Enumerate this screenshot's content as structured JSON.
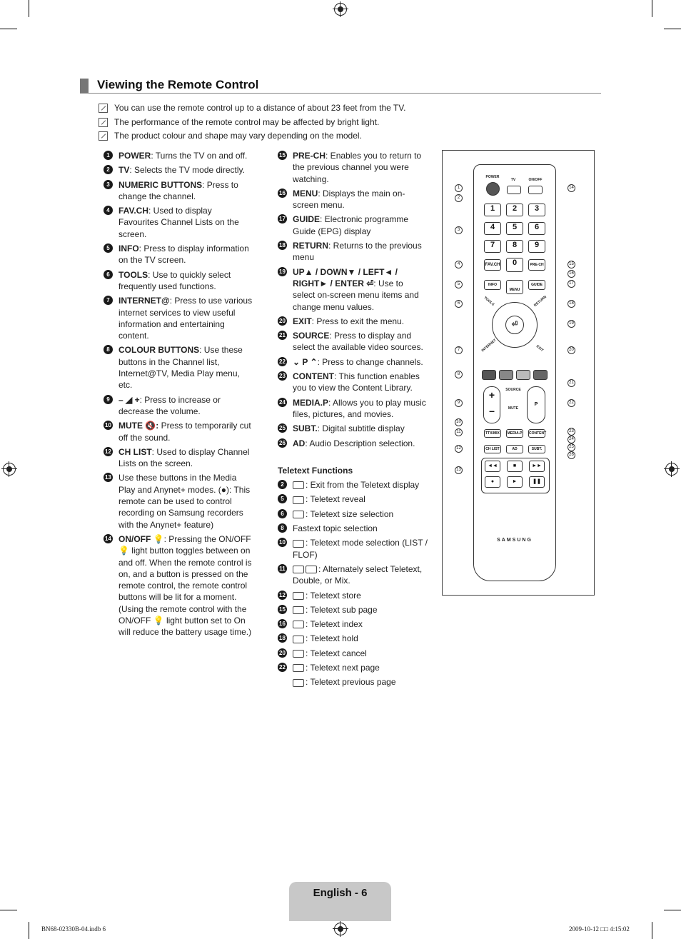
{
  "page": {
    "title": "Viewing the Remote Control",
    "notes": [
      "You can use the remote control up to a distance of about 23 feet from the TV.",
      "The performance of the remote control may be affected by bright light.",
      "The product colour and shape may vary depending on the model."
    ],
    "col1": [
      {
        "n": "1",
        "kw": "POWER",
        "text": ": Turns the TV on and off."
      },
      {
        "n": "2",
        "kw": "TV",
        "text": ": Selects the TV mode directly."
      },
      {
        "n": "3",
        "kw": "NUMERIC BUTTONS",
        "text": ": Press to change the channel."
      },
      {
        "n": "4",
        "kw": "FAV.CH",
        "text": ": Used to display Favourites Channel Lists on the screen."
      },
      {
        "n": "5",
        "kw": "INFO",
        "text": ": Press to display information on the TV screen."
      },
      {
        "n": "6",
        "kw": "TOOLS",
        "text": ": Use to quickly select frequently used functions."
      },
      {
        "n": "7",
        "kw": "INTERNET@",
        "text": ": Press to use various internet services to view useful information and entertaining content."
      },
      {
        "n": "8",
        "kw": "COLOUR BUTTONS",
        "text": ": Use these buttons in the Channel list, Internet@TV, Media Play menu, etc."
      },
      {
        "n": "9",
        "kw": "– ◢ +",
        "text": ": Press to increase or decrease the volume."
      },
      {
        "n": "10",
        "kw": "MUTE 🔇:",
        "text": " Press to temporarily cut off the sound."
      },
      {
        "n": "12",
        "kw": "CH LIST",
        "text": ": Used to display Channel Lists on the screen."
      },
      {
        "n": "13",
        "kw": "",
        "text": "Use these buttons in the Media Play and Anynet+ modes. (●): This remote can be used to control recording on Samsung recorders with the Anynet+ feature)"
      },
      {
        "n": "14",
        "kw": "ON/OFF",
        "text": " 💡: Pressing the ON/OFF 💡 light button toggles between on and off. When the remote control is on, and a button is pressed on the remote control, the remote control buttons will be lit for a moment. (Using the remote control with the ON/OFF 💡 light button set to On will reduce the battery usage time.)"
      }
    ],
    "col2": [
      {
        "n": "15",
        "kw": "PRE-CH",
        "text": ": Enables you to return to the previous channel you were watching."
      },
      {
        "n": "16",
        "kw": "MENU",
        "text": ": Displays the main on-screen menu."
      },
      {
        "n": "17",
        "kw": "GUIDE",
        "text": ": Electronic programme Guide (EPG) display"
      },
      {
        "n": "18",
        "kw": "RETURN",
        "text": ": Returns to the previous menu"
      },
      {
        "n": "19",
        "kw": "UP▲ / DOWN▼ / LEFT◄ / RIGHT► / ENTER ⏎",
        "text": ": Use to select on-screen menu items and change menu values."
      },
      {
        "n": "20",
        "kw": "EXIT",
        "text": ": Press to exit the menu."
      },
      {
        "n": "21",
        "kw": "SOURCE",
        "text": ": Press to display and select the available video sources."
      },
      {
        "n": "22",
        "kw": "⌄ P ⌃",
        "text": ": Press to change channels."
      },
      {
        "n": "23",
        "kw": "CONTENT",
        "text": ": This function enables you to view the Content Library."
      },
      {
        "n": "24",
        "kw": "MEDIA.P",
        "text": ": Allows you to play music files, pictures, and movies."
      },
      {
        "n": "25",
        "kw": "SUBT.",
        "text": ": Digital subtitle display"
      },
      {
        "n": "26",
        "kw": "AD",
        "text": ": Audio Description selection."
      }
    ],
    "teletext_title": "Teletext Functions",
    "teletext": [
      {
        "n": "2",
        "text": ": Exit from the Teletext display"
      },
      {
        "n": "5",
        "text": ": Teletext reveal"
      },
      {
        "n": "6",
        "text": ": Teletext size selection"
      },
      {
        "n": "8",
        "text": "Fastext topic selection"
      },
      {
        "n": "10",
        "text": ": Teletext mode selection (LIST / FLOF)"
      },
      {
        "n": "11",
        "text": ": Alternately select Teletext, Double, or Mix."
      },
      {
        "n": "12",
        "text": ": Teletext store"
      },
      {
        "n": "15",
        "text": ": Teletext sub page"
      },
      {
        "n": "16",
        "text": ": Teletext index"
      },
      {
        "n": "18",
        "text": ": Teletext hold"
      },
      {
        "n": "20",
        "text": ": Teletext cancel"
      },
      {
        "n": "22",
        "text": ": Teletext next page"
      },
      {
        "n": "",
        "text": ": Teletext previous page"
      }
    ],
    "remote": {
      "power": "POWER",
      "tv": "TV",
      "onoff": "ON/OFF",
      "digits": [
        "1",
        "2",
        "3",
        "4",
        "5",
        "6",
        "7",
        "8",
        "9",
        "0"
      ],
      "favch": "FAV.CH",
      "prech": "PRE-CH",
      "info": "INFO",
      "menu": "MENU",
      "guide": "GUIDE",
      "tools": "TOOLS",
      "return": "RETURN",
      "internet": "INTERNET",
      "exit": "EXIT",
      "source": "SOURCE",
      "mute": "MUTE",
      "p": "P",
      "ttxmix": "TTX/MIX",
      "mediap": "MEDIA.P",
      "content": "CONTENT",
      "chlist": "CH LIST",
      "ad": "AD",
      "subt": "SUBT.",
      "brand": "SAMSUNG",
      "callouts_left": [
        "1",
        "2",
        "3",
        "4",
        "5",
        "6",
        "7",
        "8",
        "9",
        "10",
        "11",
        "12",
        "13"
      ],
      "callouts_right": [
        "14",
        "15",
        "16",
        "17",
        "18",
        "19",
        "20",
        "21",
        "22",
        "23",
        "24",
        "25",
        "26"
      ]
    },
    "footer": "English - 6",
    "imprint_left": "BN68-02330B-04.indb   6",
    "imprint_right": "2009-10-12   □□ 4:15:02"
  },
  "colors": {
    "accent_bar": "#777777",
    "footer_tab": "#c8c8c8"
  }
}
